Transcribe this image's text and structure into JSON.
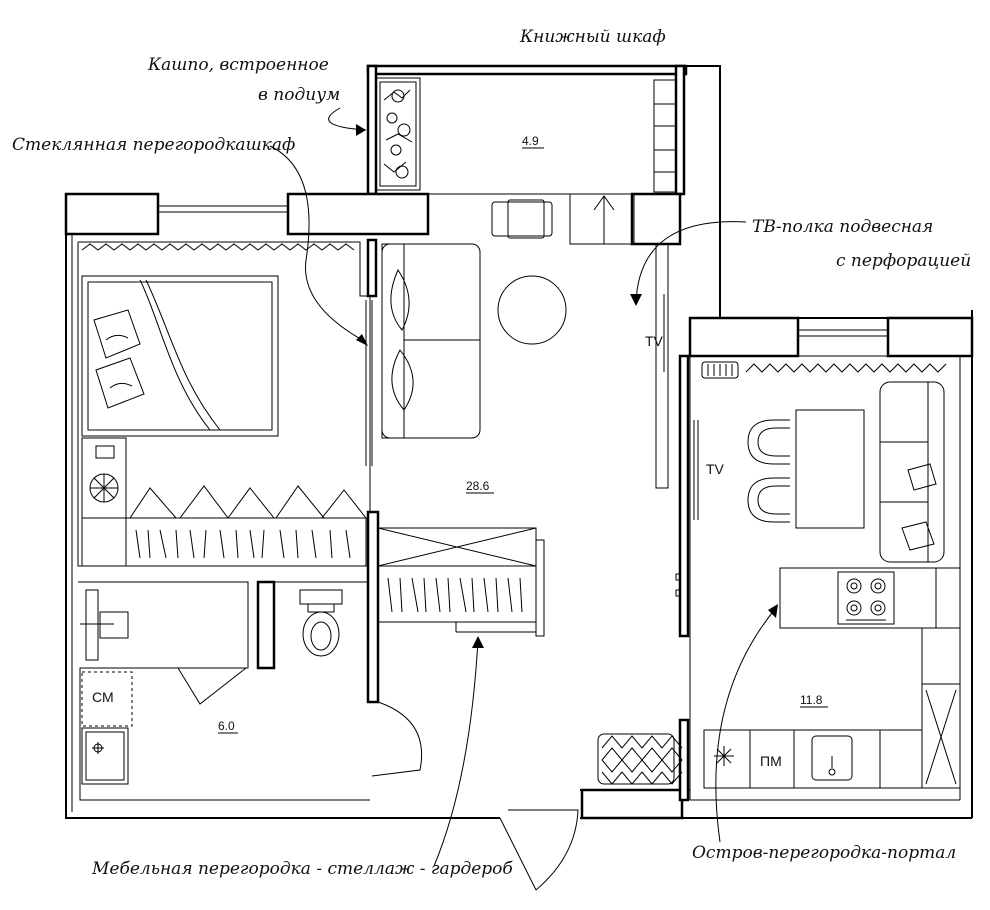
{
  "annotations": {
    "planter": "Кашпо, встроенное",
    "planter_line2": "в подиум",
    "bookcase": "Книжный шкаф",
    "glass_partition": "Стеклянная перегородкашкаф",
    "tv_shelf": "ТВ-полка подвесная",
    "tv_shelf_line2": "с перфорацией",
    "furniture_partition": "Мебельная перегородка - стеллаж - гардероб",
    "island": "Остров-перегородка-портал"
  },
  "areas": {
    "study": "4.9",
    "living": "28.6",
    "bath": "6.0",
    "kitchen": "11.8"
  },
  "labels": {
    "tv_living": "TV",
    "tv_kitchen": "TV",
    "washer": "СМ",
    "dishwasher": "ПМ"
  }
}
